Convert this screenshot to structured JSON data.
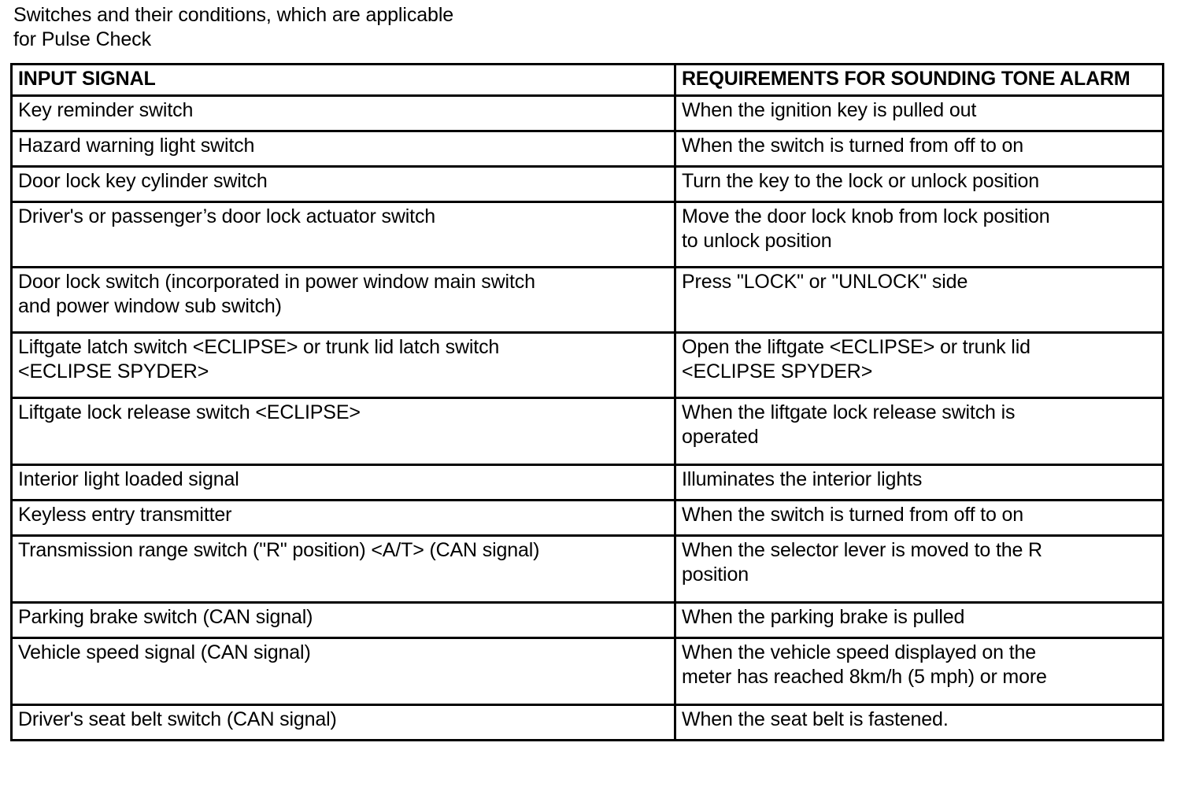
{
  "caption": "Switches and their conditions, which are applicable\nfor Pulse Check",
  "table": {
    "columns": [
      {
        "key": "input_signal",
        "label": "INPUT SIGNAL"
      },
      {
        "key": "requirements",
        "label": "REQUIREMENTS FOR SOUNDING TONE ALARM"
      }
    ],
    "rows": [
      {
        "input_signal": "Key reminder switch",
        "requirements": "When the ignition key is pulled out",
        "height": 45
      },
      {
        "input_signal": "Hazard warning light switch",
        "requirements": "When the switch is turned from off to on",
        "height": 45
      },
      {
        "input_signal": "Door lock key cylinder switch",
        "requirements": "Turn the key to the lock or unlock position",
        "height": 45
      },
      {
        "input_signal": "Driver's or passenger’s door lock actuator switch",
        "requirements": "Move the door lock knob from lock position\nto unlock position",
        "height": 83
      },
      {
        "input_signal": "Door lock switch (incorporated in power window main switch\nand power window sub switch)",
        "requirements": "Press \"LOCK\" or \"UNLOCK\" side",
        "height": 83
      },
      {
        "input_signal": "Liftgate latch switch <ECLIPSE> or trunk lid latch switch\n<ECLIPSE SPYDER>",
        "requirements": "Open the liftgate <ECLIPSE> or trunk lid\n<ECLIPSE SPYDER>",
        "height": 83
      },
      {
        "input_signal": "Liftgate lock release switch <ECLIPSE>",
        "requirements": "When the liftgate lock release switch is\noperated",
        "height": 85
      },
      {
        "input_signal": "Interior light loaded signal",
        "requirements": "Illuminates the interior lights",
        "height": 45
      },
      {
        "input_signal": "Keyless entry transmitter",
        "requirements": "When the switch is turned from off to on",
        "height": 45
      },
      {
        "input_signal": "Transmission range switch (\"R\" position) <A/T> (CAN signal)",
        "requirements": "When the selector lever is moved to the R\nposition",
        "height": 85
      },
      {
        "input_signal": "Parking brake switch (CAN signal)",
        "requirements": "When the parking brake is pulled",
        "height": 45
      },
      {
        "input_signal": "Vehicle speed signal (CAN signal)",
        "requirements": "When the vehicle speed displayed on the\nmeter has reached 8km/h (5 mph) or more",
        "height": 85
      },
      {
        "input_signal": "Driver's seat belt switch (CAN signal)",
        "requirements": "When the seat belt is fastened.",
        "height": 45
      }
    ]
  },
  "colors": {
    "text": "#000000",
    "background": "#ffffff",
    "border": "#000000"
  }
}
